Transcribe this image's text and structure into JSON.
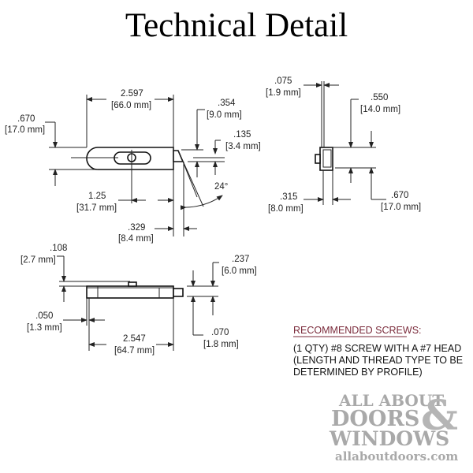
{
  "title": "Technical Detail",
  "dimensions": {
    "top_view": {
      "length": {
        "in": "2.597",
        "mm": "[66.0 mm]"
      },
      "width": {
        "in": ".670",
        "mm": "[17.0 mm]"
      },
      "tab_offset": {
        "in": ".354",
        "mm": "[9.0 mm]"
      },
      "tab_width": {
        "in": ".135",
        "mm": "[3.4 mm]"
      },
      "slot_center": {
        "in": "1.25",
        "mm": "[31.7 mm]"
      },
      "tab_length": {
        "in": ".329",
        "mm": "[8.4 mm]"
      },
      "angle": "24°"
    },
    "side_view": {
      "plate": {
        "in": ".075",
        "mm": "[1.9 mm]"
      },
      "height": {
        "in": ".550",
        "mm": "[14.0 mm]"
      },
      "depth": {
        "in": ".315",
        "mm": "[8.0 mm]"
      },
      "width": {
        "in": ".670",
        "mm": "[17.0 mm]"
      }
    },
    "bottom_view": {
      "nub": {
        "in": ".108",
        "mm": "[2.7 mm]"
      },
      "lip": {
        "in": ".050",
        "mm": "[1.3 mm]"
      },
      "length": {
        "in": "2.547",
        "mm": "[64.7 mm]"
      },
      "thickness": {
        "in": ".237",
        "mm": "[6.0 mm]"
      },
      "tab": {
        "in": ".070",
        "mm": "[1.8 mm]"
      }
    }
  },
  "screws": {
    "heading": "RECOMMENDED SCREWS:",
    "heading_color": "#7a2a3a",
    "lines": [
      "(1 QTY) #8 SCREW WITH A #7 HEAD",
      "(LENGTH AND THREAD TYPE TO BE",
      "DETERMINED BY PROFILE)"
    ]
  },
  "watermark": {
    "line1": "ALL ABOUT",
    "line2": "DOORS",
    "amp": "&",
    "line3": "WINDOWS",
    "url": "allaboutdoors.com"
  }
}
